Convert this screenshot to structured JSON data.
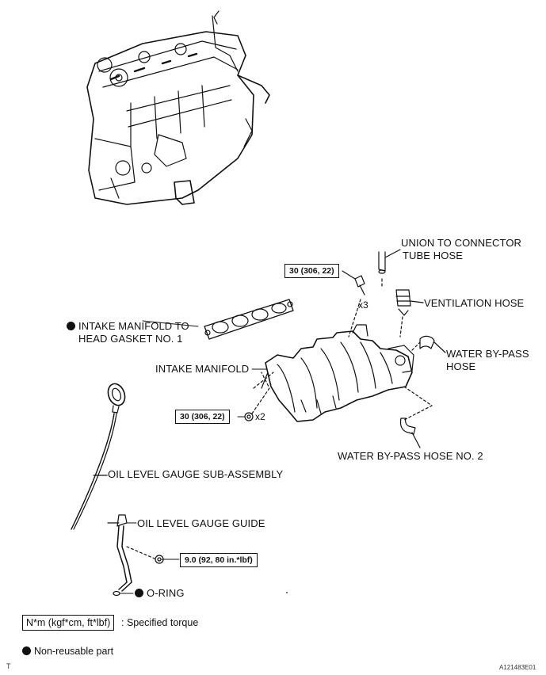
{
  "labels": {
    "union_to_connector_line1": "UNION TO CONNECTOR",
    "union_to_connector_line2": "TUBE HOSE",
    "ventilation_hose": "VENTILATION HOSE",
    "water_bypass_line1": "WATER BY-PASS",
    "water_bypass_line2": "HOSE",
    "intake_gasket_line1": "INTAKE MANIFOLD TO",
    "intake_gasket_line2": "HEAD GASKET NO. 1",
    "intake_manifold": "INTAKE MANIFOLD",
    "water_bypass_no2": "WATER BY-PASS HOSE NO. 2",
    "oil_gauge_sub": "OIL LEVEL GAUGE SUB-ASSEMBLY",
    "oil_gauge_guide": "OIL LEVEL GAUGE GUIDE",
    "o_ring": "O-RING"
  },
  "torques": {
    "upper_bolts": "30 (306, 22)",
    "lower_bolts": "30 (306, 22)",
    "guide_bolt": "9.0 (92, 80 in.*lbf)"
  },
  "quantities": {
    "upper": "x3",
    "lower": "x2"
  },
  "legend": {
    "torque_box": "N*m (kgf*cm, ft*lbf)",
    "torque_text": ": Specified torque",
    "nonreusable_text": "Non-reusable part"
  },
  "footer": {
    "left_mark": "T",
    "figure_id": "A121483E01"
  },
  "colors": {
    "ink": "#111111",
    "paper": "#ffffff"
  }
}
